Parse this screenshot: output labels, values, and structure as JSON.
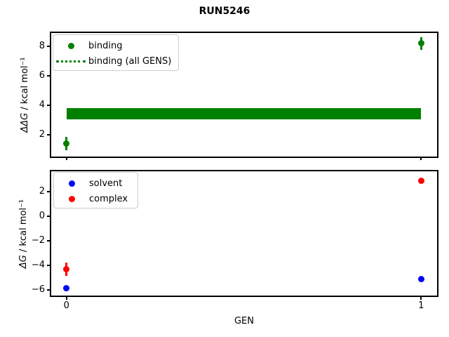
{
  "title": "RUN5246",
  "colors": {
    "binding": "#008000",
    "solvent": "#0000ff",
    "complex": "#ff0000",
    "legend_border": "#cccccc",
    "axes": "#000000"
  },
  "chart_data": [
    {
      "type": "scatter",
      "position": "top",
      "ylabel_math": "ΔΔG",
      "ylabel_unit": " / kcal mol⁻¹",
      "xlim": [
        -0.045,
        1.045
      ],
      "ylim": [
        0.55,
        8.95
      ],
      "yticks": [
        2,
        4,
        6,
        8
      ],
      "xticks": [
        0,
        1
      ],
      "xtick_labels_visible": false,
      "grid": false,
      "legend_position": "upper left",
      "legend": [
        {
          "label": "binding",
          "marker": "dot",
          "color": "#008000"
        },
        {
          "label": "binding (all GENS)",
          "marker": "dotted-line",
          "color": "#008000"
        }
      ],
      "series": [
        {
          "name": "binding",
          "color": "#008000",
          "points": [
            {
              "x": 0,
              "y": 1.43,
              "yerr": 0.47
            },
            {
              "x": 1,
              "y": 8.2,
              "yerr": 0.43
            }
          ]
        }
      ],
      "band": {
        "name": "binding (all GENS)",
        "color": "#008000",
        "x0": 0,
        "x1": 1,
        "y_center": 3.45,
        "y_half_width": 0.37
      }
    },
    {
      "type": "scatter",
      "position": "bottom",
      "ylabel_math": "ΔG",
      "ylabel_unit": " / kcal mol⁻¹",
      "xlabel": "GEN",
      "xlim": [
        -0.045,
        1.045
      ],
      "ylim": [
        -6.5,
        3.7
      ],
      "yticks": [
        2,
        0,
        -2,
        -4,
        -6
      ],
      "xticks": [
        0,
        1
      ],
      "xtick_labels_visible": true,
      "grid": false,
      "legend_position": "upper left",
      "legend": [
        {
          "label": "solvent",
          "marker": "dot",
          "color": "#0000ff"
        },
        {
          "label": "complex",
          "marker": "dot",
          "color": "#ff0000"
        }
      ],
      "series": [
        {
          "name": "solvent",
          "color": "#0000ff",
          "points": [
            {
              "x": 0,
              "y": -5.85,
              "yerr": 0.1
            },
            {
              "x": 1,
              "y": -5.13,
              "yerr": 0.1
            }
          ]
        },
        {
          "name": "complex",
          "color": "#ff0000",
          "points": [
            {
              "x": 0,
              "y": -4.3,
              "yerr": 0.55
            },
            {
              "x": 1,
              "y": 2.9,
              "yerr": 0.1
            }
          ]
        }
      ]
    }
  ]
}
